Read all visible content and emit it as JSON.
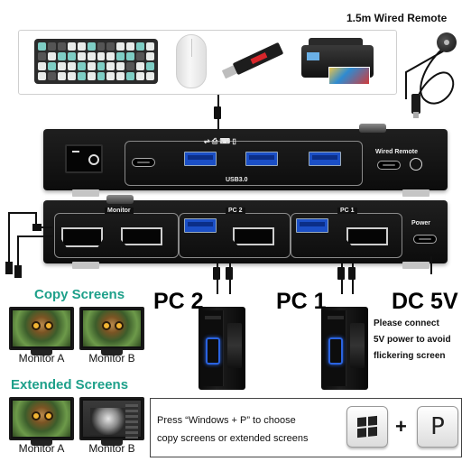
{
  "remote": {
    "title": "1.5m Wired Remote"
  },
  "top_panel": {
    "usb_label": "USB3.0",
    "wired_remote_label": "Wired Remote"
  },
  "bottom_panel": {
    "monitor_label": "Monitor",
    "pc2_label": "PC 2",
    "pc1_label": "PC 1",
    "power_label": "Power"
  },
  "labels": {
    "pc2": "PC 2",
    "pc1": "PC 1",
    "dc": "DC 5V"
  },
  "power_note": [
    "Please connect",
    "5V power to avoid",
    "flickering screen"
  ],
  "copy_screens": {
    "title": "Copy Screens",
    "monitor_a": "Monitor A",
    "monitor_b": "Monitor B"
  },
  "extended_screens": {
    "title": "Extended Screens",
    "monitor_a": "Monitor A",
    "monitor_b": "Monitor B"
  },
  "instruction": {
    "line1": "Press “Windows + P” to choose",
    "line2": "copy screens or extended screens",
    "plus": "+",
    "key_p": "P"
  },
  "colors": {
    "accent_teal": "#1ea08a",
    "usb_blue": "#1b4fc6"
  }
}
